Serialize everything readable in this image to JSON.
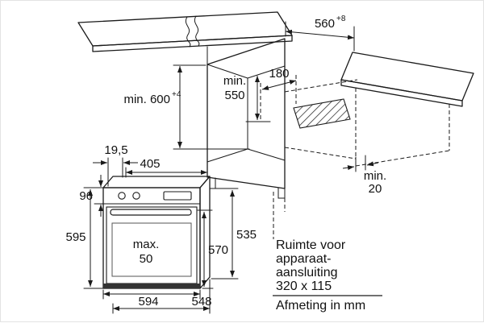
{
  "figure": {
    "unit_note": "Afmeting in mm",
    "connection_note": [
      "Ruimte voor",
      "apparaat-",
      "aansluiting",
      "320 x 115"
    ]
  },
  "dims": {
    "niche_width": "560",
    "niche_width_tol": "+8",
    "niche_height": "min. 600",
    "niche_height_tol": "+4",
    "niche_depth_prefix": "min.",
    "niche_depth": "550",
    "connection_offset": "180",
    "rear_clearance_prefix": "min.",
    "rear_clearance": "20",
    "front_overhang": "19,5",
    "top_depth": "405",
    "panel_height": "96",
    "oven_height": "595",
    "handle_prefix": "max.",
    "handle_clearance": "50",
    "door_height": "570",
    "body_height": "535",
    "oven_width": "594",
    "oven_depth": "548"
  },
  "colors": {
    "line": "#1a1a1a",
    "countertop_fill": "#d9d9d9",
    "oven_side_fill": "#4d4d4d",
    "background": "#ffffff"
  }
}
